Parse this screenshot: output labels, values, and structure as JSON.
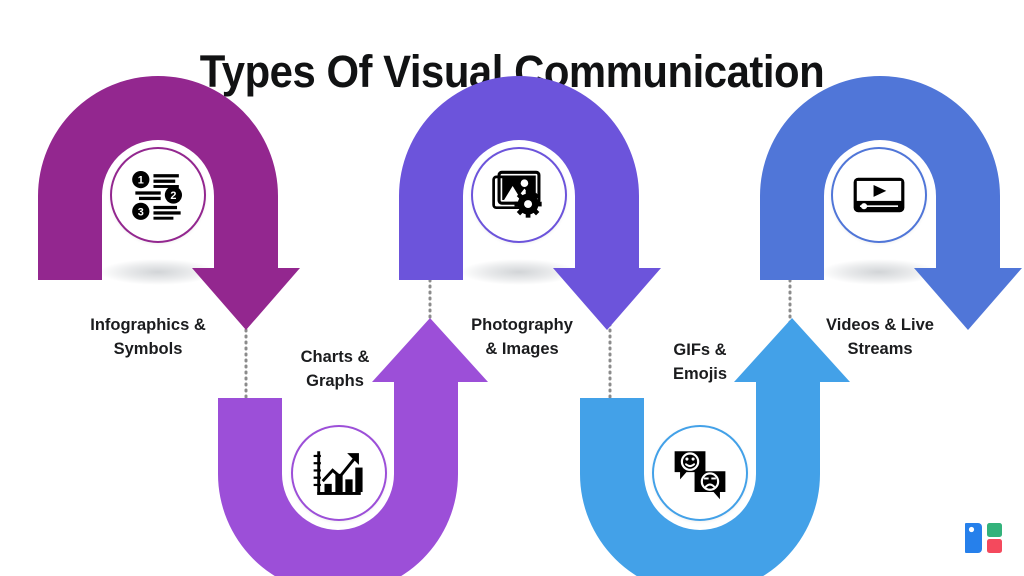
{
  "page": {
    "title": "Types Of Visual Communication",
    "background_color": "#ffffff",
    "title_color": "#111213"
  },
  "steps": [
    {
      "id": "infographics",
      "label": "Infographics &\nSymbols",
      "icon": "numbered-list-icon",
      "color": "#93278F",
      "arch_direction": "over",
      "arrow_direction": "down"
    },
    {
      "id": "charts",
      "label": "Charts &\nGraphs",
      "icon": "bar-chart-growth-icon",
      "color": "#9C4FD8",
      "arch_direction": "under",
      "arrow_direction": "up"
    },
    {
      "id": "photography",
      "label": "Photography\n& Images",
      "icon": "image-settings-icon",
      "color": "#6C54DB",
      "arch_direction": "over",
      "arrow_direction": "down"
    },
    {
      "id": "gifs",
      "label": "GIFs &\nEmojis",
      "icon": "emoji-chat-bubbles-icon",
      "color": "#43A1E8",
      "arch_direction": "under",
      "arrow_direction": "up"
    },
    {
      "id": "videos",
      "label": "Videos & Live\nStreams",
      "icon": "video-player-icon",
      "color": "#5076D8",
      "arch_direction": "over",
      "arrow_direction": "down"
    }
  ],
  "logo": {
    "name": "visme-logo",
    "tag_color": "#2680EB",
    "square_top_color": "#33B27B",
    "square_bottom_color": "#F4495D"
  }
}
